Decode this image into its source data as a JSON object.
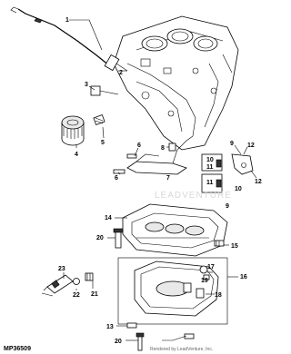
{
  "diagram": {
    "reference_code": "MP36509",
    "footer_text": "Rendered by LeadVenture, Inc.",
    "watermark": "LEADVENTURE",
    "callouts": [
      "1",
      "2",
      "3",
      "4",
      "5",
      "6",
      "7",
      "8",
      "9",
      "10",
      "11",
      "12",
      "13",
      "14",
      "15",
      "16",
      "17",
      "18",
      "19",
      "20",
      "21",
      "22",
      "23"
    ],
    "callouts_repeated": {
      "left_6": "6",
      "lower_9": "9",
      "lower_10": "10",
      "lower_11": "11",
      "lower_12": "12",
      "lower_20": "20"
    }
  }
}
